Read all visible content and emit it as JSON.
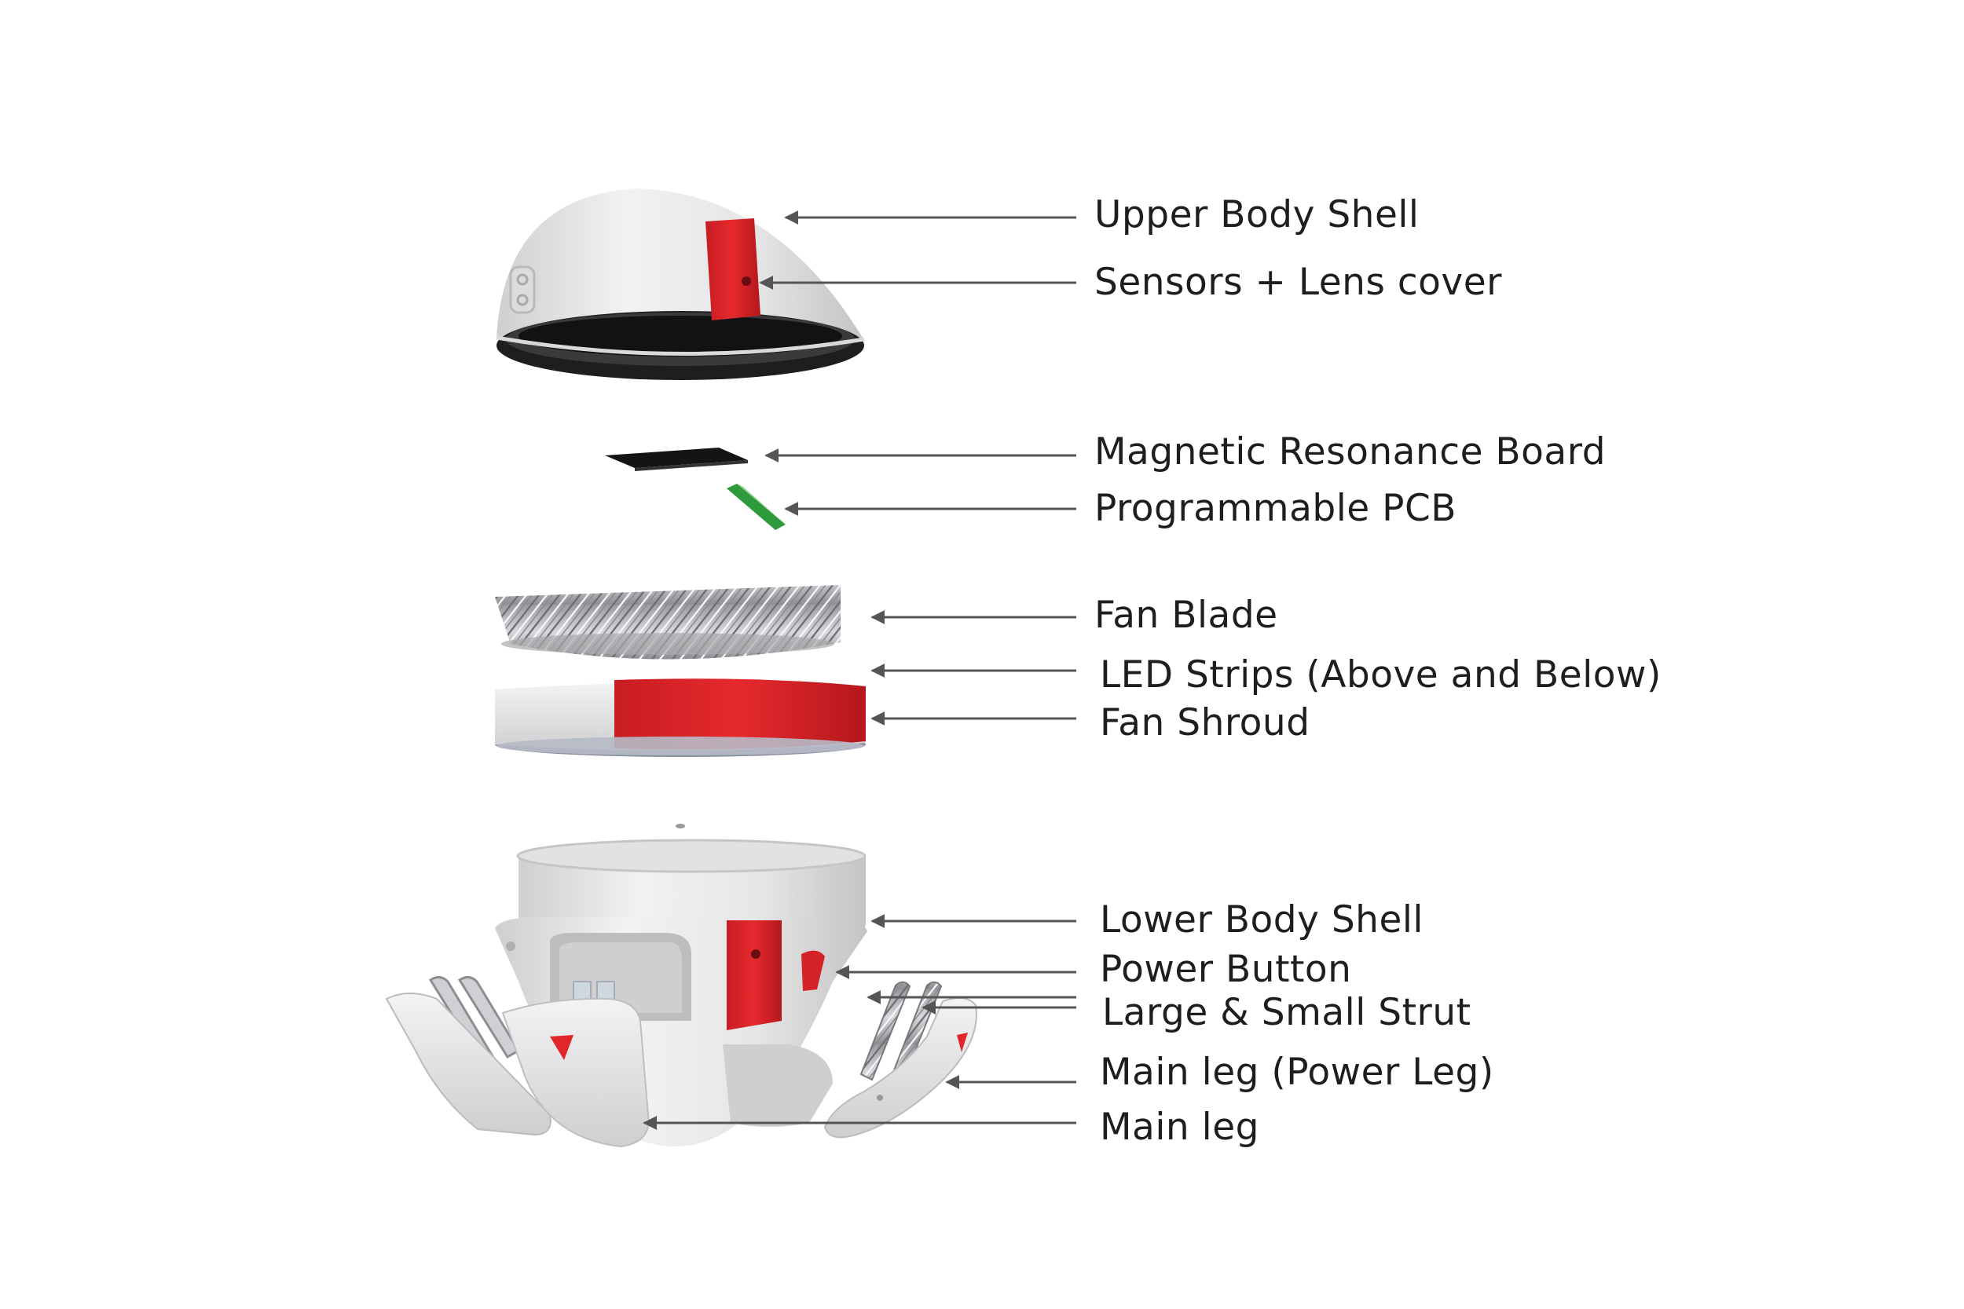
{
  "colors": {
    "shell": "#e9e9ea",
    "accent_red": "#e0262a",
    "leader": "#555555",
    "label_text": "#1e1e1e",
    "pcb_green": "#2e9a3c",
    "board": "#141414"
  },
  "labels": {
    "upper_body_shell": "Upper Body Shell",
    "sensors_lens_cover": "Sensors + Lens cover",
    "magnetic_resonance_board": "Magnetic Resonance Board",
    "programmable_pcb": "Programmable PCB",
    "fan_blade": "Fan Blade",
    "led_strips": "LED Strips (Above and Below)",
    "fan_shroud": "Fan Shroud",
    "lower_body_shell": "Lower Body Shell",
    "power_button": "Power Button",
    "large_small_strut": "Large & Small Strut",
    "main_leg_power": "Main leg (Power Leg)",
    "main_leg": "Main leg"
  }
}
